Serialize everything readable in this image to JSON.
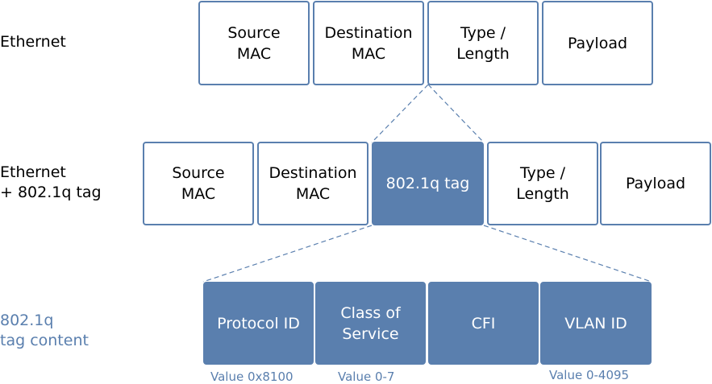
{
  "rows": {
    "ethernet": {
      "label": "Ethernet",
      "fields": [
        "Source\nMAC",
        "Destination\nMAC",
        "Type /\nLength",
        "Payload"
      ]
    },
    "ethernet_tagged": {
      "label": "Ethernet\n+ 802.1q tag",
      "fields": [
        "Source\nMAC",
        "Destination\nMAC",
        "802.1q tag",
        "Type /\nLength",
        "Payload"
      ]
    },
    "tag_content": {
      "label": "802.1q\ntag content",
      "fields": [
        "Protocol ID",
        "Class of\nService",
        "CFI",
        "VLAN ID"
      ],
      "values": [
        "Value 0x8100",
        "Value 0-7",
        "Value 0-4095"
      ]
    }
  },
  "colors": {
    "accent": "#5a7fae",
    "text": "#000000",
    "background": "#ffffff"
  }
}
